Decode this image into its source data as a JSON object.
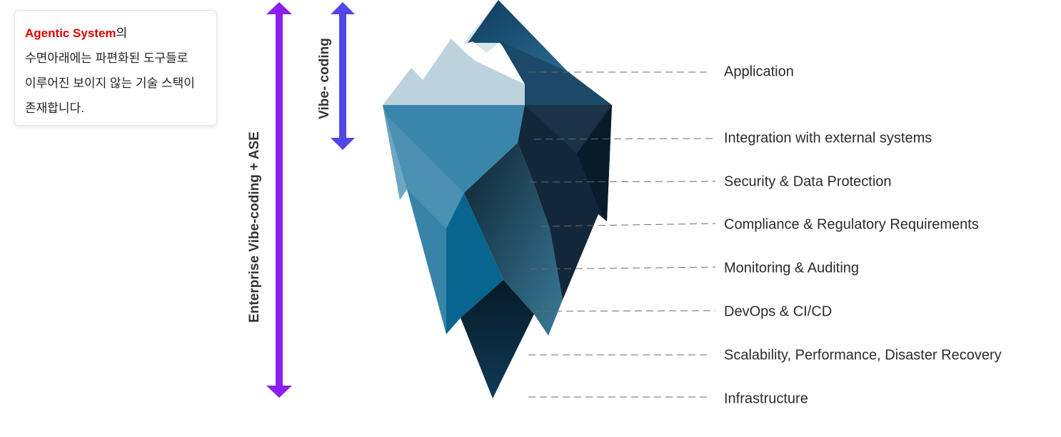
{
  "note": {
    "brand": "Agentic System",
    "suffix": "의",
    "line2": "수면아래에는 파편화된 도구들로",
    "line3": "이루어진 보이지 않는 기술 스택이",
    "line4": "존재합니다."
  },
  "arrows": {
    "enterprise_label": "Enterprise Vibe-coding + ASE",
    "vibe_label": "Vibe- coding",
    "enterprise_color": "#8a1ff0",
    "vibe_color": "#5346e8"
  },
  "layers": [
    "Application",
    "Integration with external systems",
    "Security & Data Protection",
    "Compliance & Regulatory Requirements",
    "Monitoring & Auditing",
    "DevOps & CI/CD",
    "Scalability, Performance, Disaster Recovery",
    "Infrastructure"
  ],
  "colors": {
    "brand_red": "#e00000",
    "ice_tip": "#bcd2dd",
    "ice_blue": "#3a86ab",
    "ice_dark": "#0f2433"
  }
}
